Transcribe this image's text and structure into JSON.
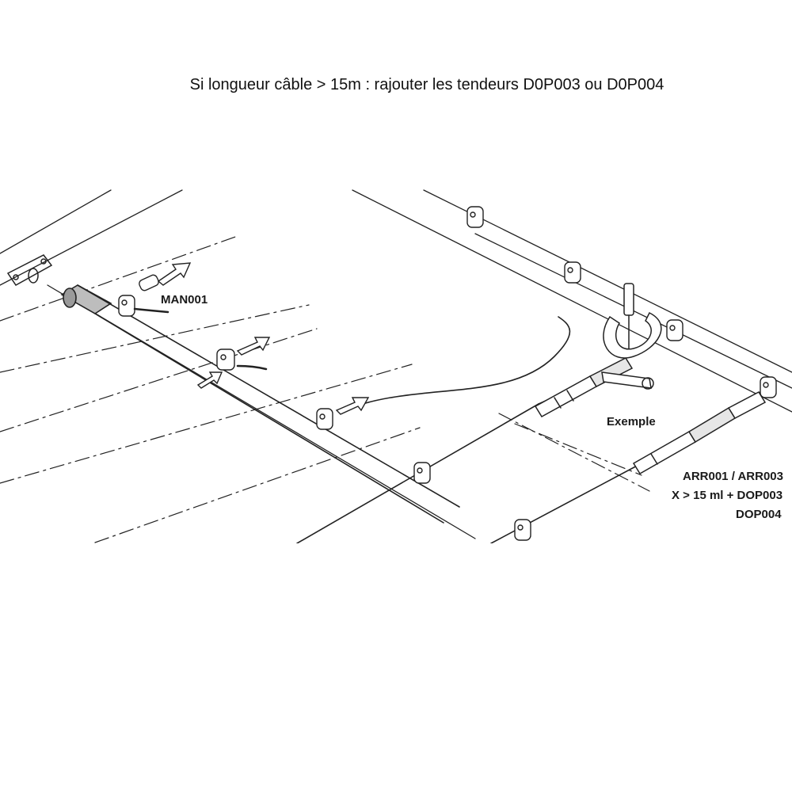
{
  "title": "Si longueur câble > 15m : rajouter les tendeurs D0P003 ou D0P004",
  "labels": {
    "man001": "MAN001",
    "exemple": "Exemple",
    "arr_line1": "ARR001 / ARR003",
    "arr_line2": "X > 15 ml + DOP003",
    "arr_line3": "DOP004"
  },
  "colors": {
    "line": "#222222",
    "background": "#ffffff"
  }
}
